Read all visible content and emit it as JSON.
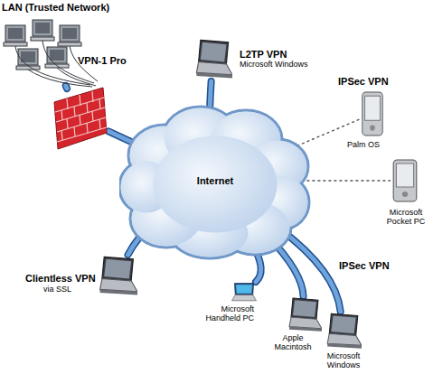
{
  "diagram": {
    "nodes": [
      {
        "text": [
          "LAN (Trusted Network)"
        ]
      },
      {
        "text": [
          "VPN-1 Pro"
        ]
      },
      {
        "text": [
          "L2TP VPN",
          "Microsoft Windows"
        ]
      },
      {
        "text": [
          "Internet"
        ]
      },
      {
        "text": [
          "Palm OS"
        ]
      },
      {
        "text": [
          "Microsoft Pocket PC"
        ]
      },
      {
        "text": [
          "Clientless VPN",
          "via SSL"
        ]
      },
      {
        "text": [
          "Microsoft Handheld PC"
        ]
      },
      {
        "text": [
          "Apple Macintosh"
        ]
      },
      {
        "text": [
          "Microsoft Windows"
        ]
      }
    ],
    "edges": [
      {
        "from": 0,
        "to": 1,
        "arrow": "none"
      },
      {
        "from": 1,
        "to": 3,
        "arrow": "none"
      },
      {
        "from": 2,
        "to": 3,
        "arrow": "none"
      },
      {
        "from": 3,
        "to": 4,
        "arrow": "none"
      },
      {
        "from": 3,
        "to": 5,
        "arrow": "none"
      },
      {
        "from": 6,
        "to": 3,
        "arrow": "none"
      },
      {
        "from": 3,
        "to": 7,
        "arrow": "none"
      },
      {
        "from": 3,
        "to": 8,
        "arrow": "none"
      },
      {
        "from": 3,
        "to": 9,
        "arrow": "none"
      }
    ],
    "labels": [
      "IPSec VPN",
      "IPSec VPN"
    ]
  }
}
